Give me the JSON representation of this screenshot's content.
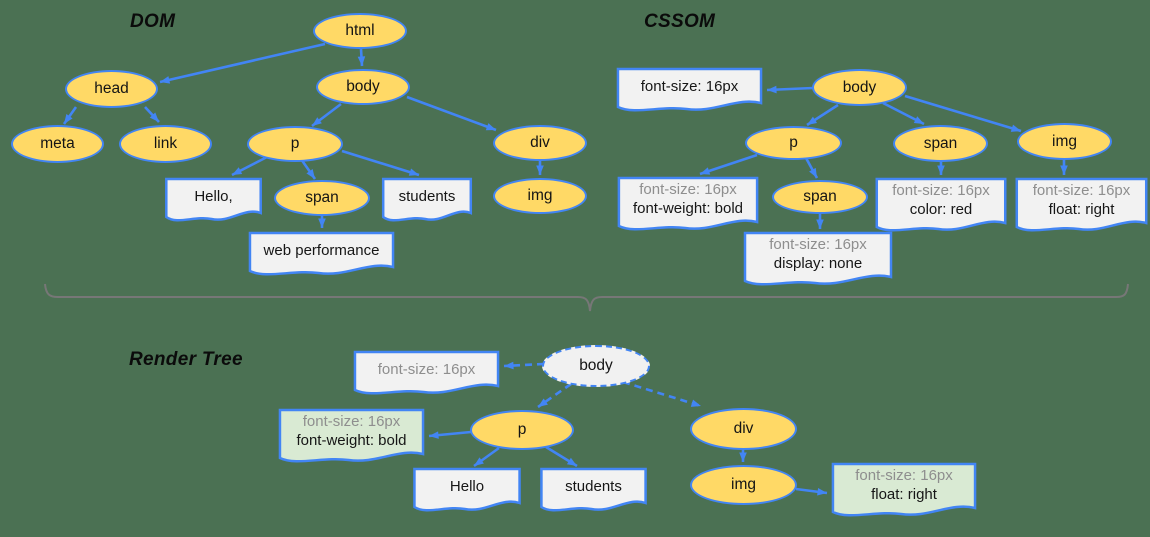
{
  "colors": {
    "background": "#4b7153",
    "accent_blue": "#4285f4",
    "node_yellow": "#ffd966",
    "node_white": "#f1f1f1",
    "box_white": "#f2f2f2",
    "box_green": "#d9ead3",
    "text_black": "#161616",
    "text_gray": "#8e8e8e",
    "brace_gray": "#777777"
  },
  "dom": {
    "title": "DOM",
    "nodes": {
      "html": "html",
      "head": "head",
      "body": "body",
      "meta": "meta",
      "link": "link",
      "p": "p",
      "span": "span",
      "div": "div",
      "img": "img"
    },
    "texts": {
      "hello": "Hello,",
      "students": "students",
      "webperf": "web performance"
    }
  },
  "cssom": {
    "title": "CSSOM",
    "nodes": {
      "body": "body",
      "p": "p",
      "span_body": "span",
      "span_p": "span",
      "img": "img"
    },
    "rules": {
      "body": "font-size: 16px",
      "p_1": "font-size: 16px",
      "p_2": "font-weight: bold",
      "span_body_1": "font-size: 16px",
      "span_body_2": "color: red",
      "span_p_1": "font-size: 16px",
      "span_p_2": "display: none",
      "img_1": "font-size: 16px",
      "img_2": "float: right"
    }
  },
  "render": {
    "title": "Render Tree",
    "nodes": {
      "body": "body",
      "p": "p",
      "div": "div",
      "img": "img"
    },
    "texts": {
      "hello": "Hello",
      "students": "students"
    },
    "rules": {
      "body": "font-size: 16px",
      "p_1": "font-size: 16px",
      "p_2": "font-weight: bold",
      "img_1": "font-size: 16px",
      "img_2": "float: right"
    }
  }
}
